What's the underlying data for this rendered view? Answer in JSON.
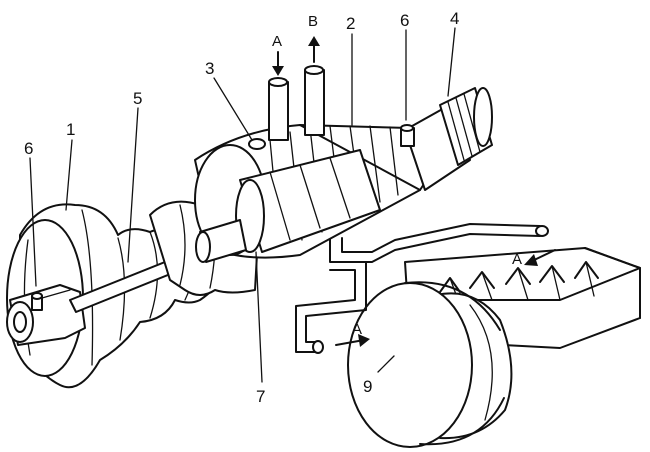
{
  "labels": {
    "part_1": "1",
    "part_2": "2",
    "part_3": "3",
    "part_4": "4",
    "part_5": "5",
    "part_6_left": "6",
    "part_6_right": "6",
    "part_7": "7",
    "part_9": "9",
    "port_a_top": "A",
    "port_b_top": "B",
    "flow_a_right": "A",
    "flow_a_bottom": "A"
  }
}
